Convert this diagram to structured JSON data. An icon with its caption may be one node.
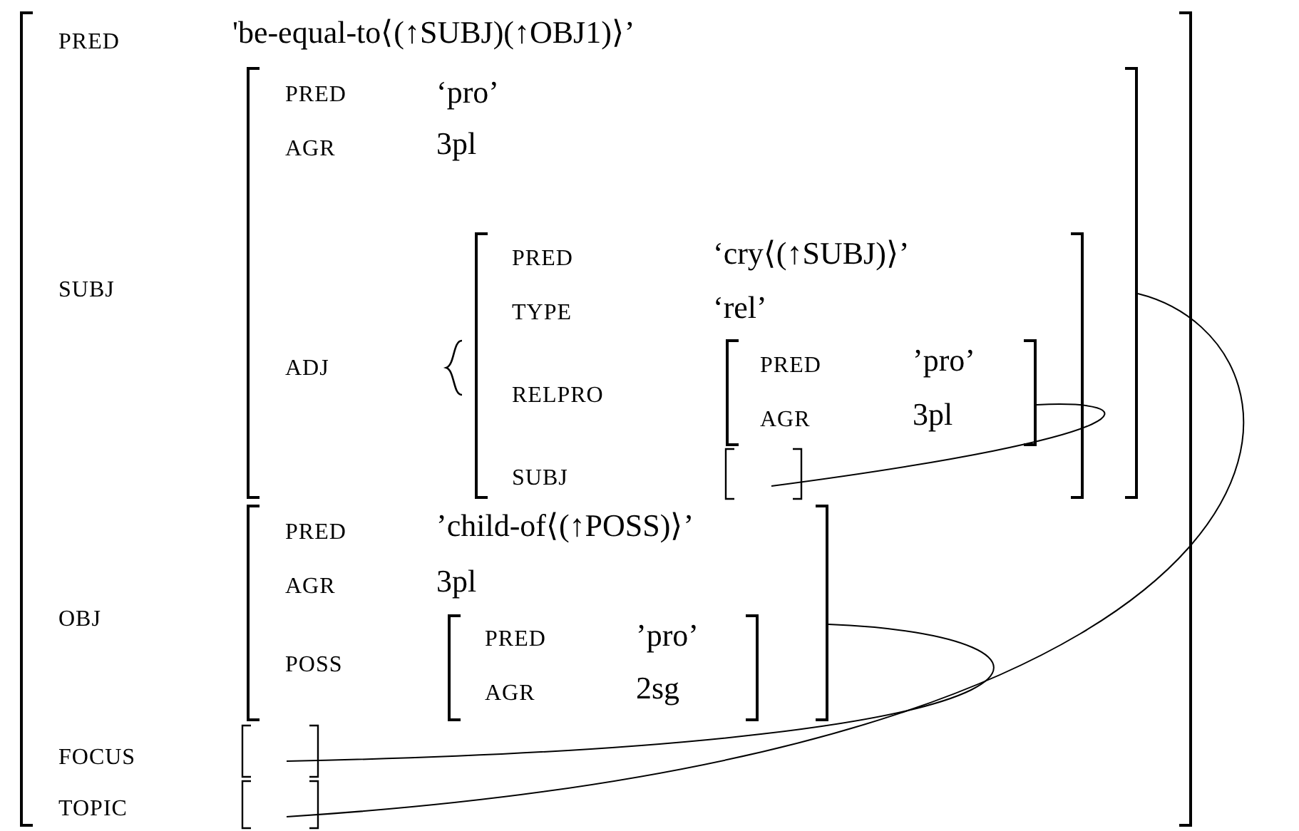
{
  "diagram": {
    "nodes": [
      {
        "text": [
          "PRED",
          "'be-equal-to⟨(↑SUBJ)(↑OBJ1)⟩’",
          "SUBJ",
          "OBJ",
          "FOCUS",
          "TOPIC"
        ]
      },
      {
        "text": [
          "PRED",
          "‘pro’",
          "AGR",
          "3pl",
          "ADJ"
        ],
        "in": 0
      },
      {
        "text": [
          "PRED",
          "‘cry⟨(↑SUBJ)⟩’",
          "TYPE",
          "‘rel’",
          "RELPRO",
          "SUBJ"
        ],
        "in": 1
      },
      {
        "text": [
          "PRED",
          "’pro’",
          "AGR",
          "3pl"
        ],
        "in": 2
      },
      {
        "text": [],
        "shape": "box",
        "in": 2
      },
      {
        "text": [
          "PRED",
          "’child-of⟨(↑POSS)⟩’",
          "AGR",
          "3pl",
          "POSS"
        ],
        "in": 0
      },
      {
        "text": [
          "PRED",
          "’pro’",
          "AGR",
          "2sg"
        ],
        "in": 5
      },
      {
        "text": [],
        "shape": "box",
        "in": 0
      },
      {
        "text": [],
        "shape": "box",
        "in": 0
      }
    ],
    "edges": [
      {
        "from": 3,
        "to": 4,
        "arrow": "none"
      },
      {
        "from": 5,
        "to": 7,
        "arrow": "none"
      },
      {
        "from": 1,
        "to": 8,
        "arrow": "none"
      }
    ]
  }
}
